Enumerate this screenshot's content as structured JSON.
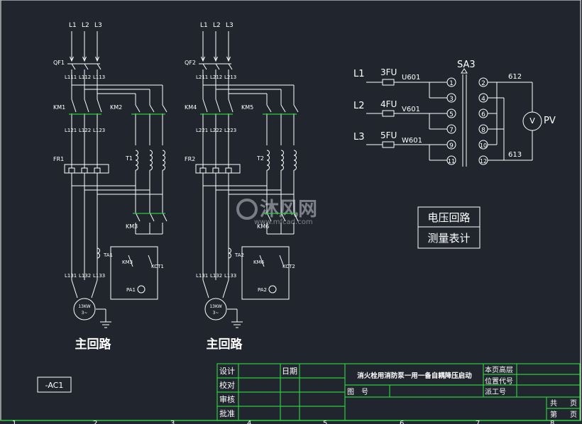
{
  "circuit1": {
    "phases": [
      "L1",
      "L2",
      "L3"
    ],
    "breaker": "QF1",
    "line_a": [
      "L111",
      "L112",
      "L113"
    ],
    "contactor_main": "KM1",
    "contactor_aux": "KM2",
    "line_b": [
      "L121",
      "L122",
      "L123"
    ],
    "relay": "FR1",
    "transformer": "T1",
    "contactor_run": "KM3",
    "ct": "TA1",
    "ct_contact": "KM3",
    "timer": "KCT1",
    "ammeter": "PA1",
    "line_c": [
      "L131",
      "L132",
      "L133"
    ],
    "motor": [
      "13KW",
      "3~"
    ],
    "caption": "主回路"
  },
  "circuit2": {
    "phases": [
      "L1",
      "L2",
      "L3"
    ],
    "breaker": "QF2",
    "line_a": [
      "L211",
      "L212",
      "L213"
    ],
    "contactor_main": "KM4",
    "contactor_aux": "KM5",
    "line_b": [
      "L221",
      "L222",
      "L223"
    ],
    "relay": "FR2",
    "transformer": "T2",
    "contactor_run": "KM6",
    "ct": "TA2",
    "ct_contact": "KM6",
    "timer": "KCT2",
    "ammeter": "PA2",
    "line_c": [
      "L131",
      "L132",
      "L133"
    ],
    "motor": [
      "13KW",
      "3~"
    ],
    "caption": "主回路"
  },
  "voltmeter_circuit": {
    "phases": [
      "L1",
      "L2",
      "L3"
    ],
    "fuses": [
      "3FU",
      "4FU",
      "5FU"
    ],
    "outputs": [
      "U601",
      "V601",
      "W601"
    ],
    "switch": "SA3",
    "left_terminals": [
      "1",
      "3",
      "5",
      "7",
      "9",
      "11"
    ],
    "right_terminals": [
      "2",
      "4",
      "6",
      "8",
      "10",
      "12"
    ],
    "wire_top": "612",
    "wire_bottom": "613",
    "meter": "V",
    "meter_label": "PV"
  },
  "note_box": [
    "电压回路",
    "测量表计"
  ],
  "watermark": {
    "brand": "沐风网",
    "url": "www.mfcad.com"
  },
  "tag": "-AC1",
  "title_block": {
    "roles": [
      "设计",
      "校对",
      "审核",
      "批准"
    ],
    "date_label": "日期",
    "drawing_title": "消火栓用消防泵一用一备自耦降压启动",
    "drawing_no_label": "图　号",
    "right_labels": [
      "本页高层",
      "位置代号",
      "派工号"
    ],
    "total_label": "共",
    "sheet_label": "第",
    "page_label": "页"
  },
  "ruler_numbers": [
    "1",
    "2",
    "3",
    "4",
    "5",
    "6",
    "7",
    "8"
  ]
}
